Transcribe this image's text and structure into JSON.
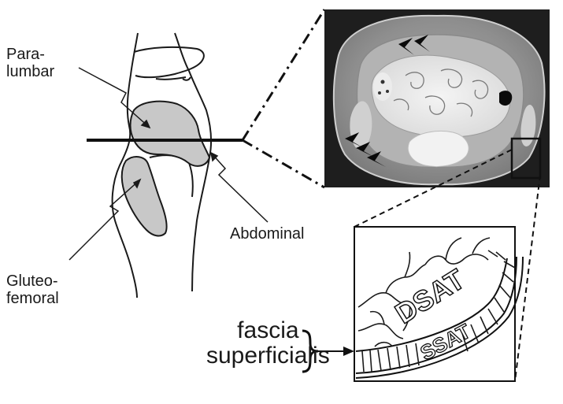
{
  "labels": {
    "paralumbar": [
      "Para-",
      "lumbar"
    ],
    "abdominal": "Abdominal",
    "gluteofemoral": [
      "Gluteo-",
      "femoral"
    ],
    "fascia": [
      "fascia",
      "superficialis"
    ]
  },
  "zoom_panel": {
    "dsat": "DSAT",
    "ssat": "SSAT"
  },
  "colors": {
    "fat_depot_fill": "#c8c8c8",
    "ct_background": "#1e1e1e",
    "ink": "#1a1a1a"
  }
}
